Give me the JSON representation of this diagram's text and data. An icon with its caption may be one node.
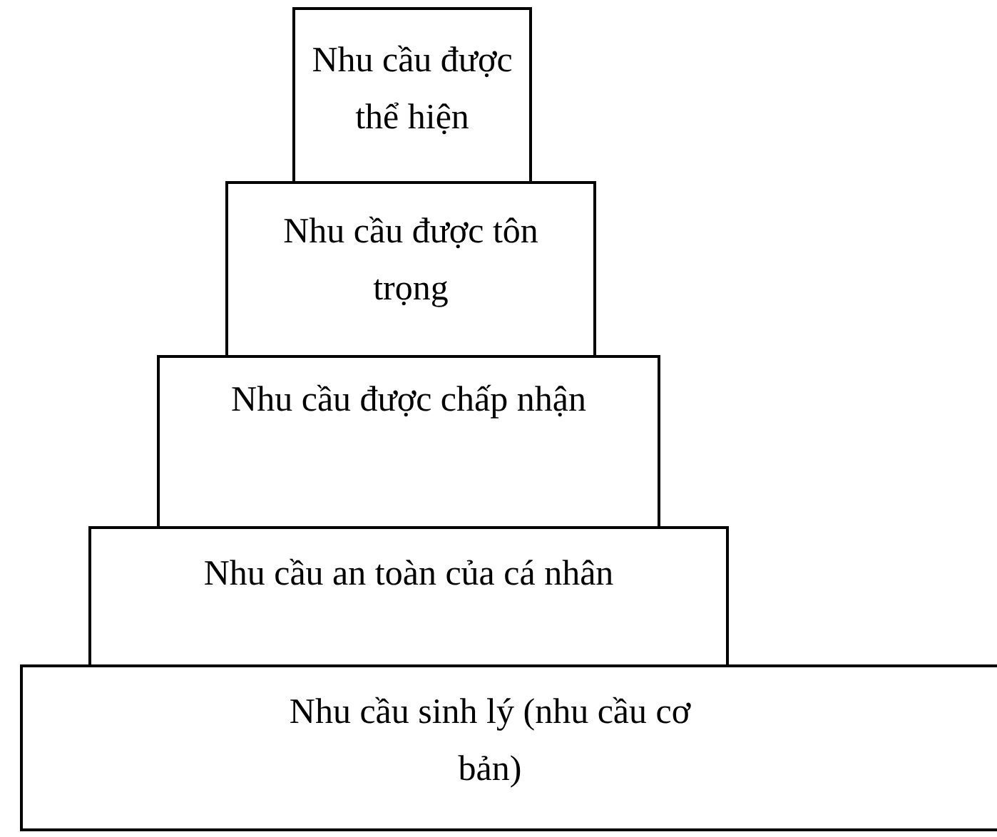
{
  "diagram": {
    "nodes": [
      {
        "text": [
          "Nhu cầu được thể hiện"
        ]
      },
      {
        "text": [
          "Nhu cầu được tôn trọng"
        ]
      },
      {
        "text": [
          "Nhu cầu được chấp nhận"
        ]
      },
      {
        "text": [
          "Nhu cầu an toàn của cá nhân"
        ]
      },
      {
        "text": [
          "Nhu cầu sinh lý (nhu cầu cơ bản)"
        ]
      }
    ]
  }
}
